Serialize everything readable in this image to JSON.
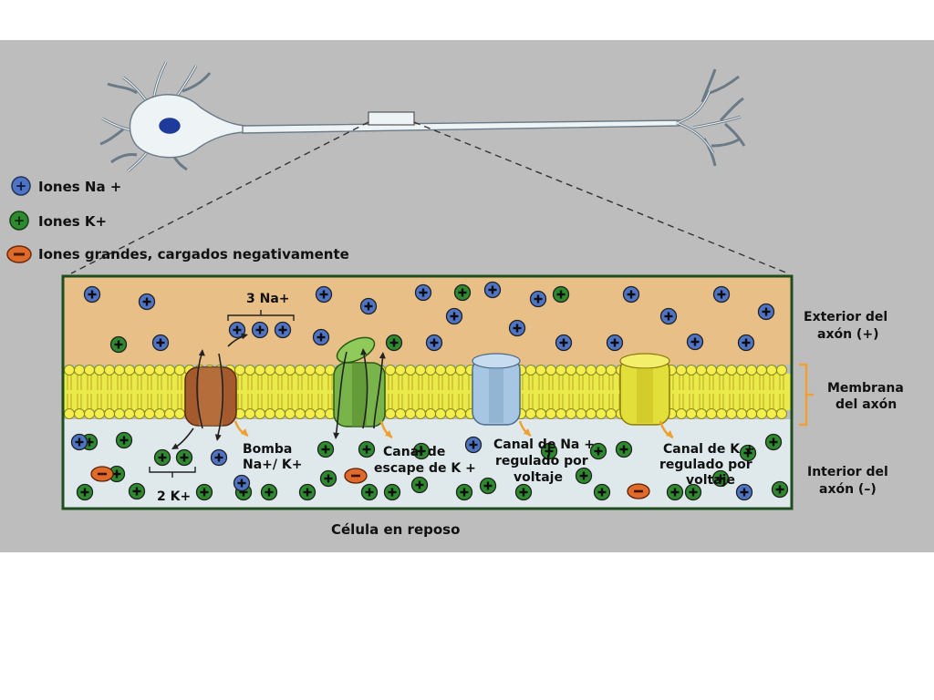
{
  "colors": {
    "background": "#bdbdbd",
    "extracellular": "#e8bf86",
    "intracellular": "#dfe8ea",
    "membrane": "#eaea4a",
    "sodium_ion": "#4f74c6",
    "potassium_ion": "#2e8a2e",
    "anion": "#e06a2a",
    "pump": "#a55a2e",
    "leak_channel": "#78b44a",
    "na_channel": "#a7c6e3",
    "k_channel": "#e3df3a",
    "frame": "#1f4d1f",
    "bracket": "#f0a030"
  },
  "legend": {
    "sodium": "Iones Na +",
    "potassium": "Iones K+",
    "anions": "Iones grandes, cargados negativamente"
  },
  "labels": {
    "na3": "3 Na+",
    "k2": "2 K+",
    "pump_l1": "Bomba",
    "pump_l2": "Na+/ K+",
    "leak_l1": "Canal de",
    "leak_l2": "escape de K +",
    "nav_l1": "Canal de Na +",
    "nav_l2": "regulado por",
    "nav_l3": "voltaje",
    "kv_l1": "Canal de K +",
    "kv_l2": "regulado por",
    "kv_l3": "voltaje",
    "exterior_l1": "Exterior del",
    "exterior_l2": "axón (+)",
    "membrane_l1": "Membrana",
    "membrane_l2": "del axón",
    "interior_l1": "Interior del",
    "interior_l2": "axón (–)",
    "caption": "Célula en reposo"
  },
  "icons": {
    "neuron": "neuron-illustration",
    "cation": "plus-sign",
    "anion": "minus-sign"
  }
}
